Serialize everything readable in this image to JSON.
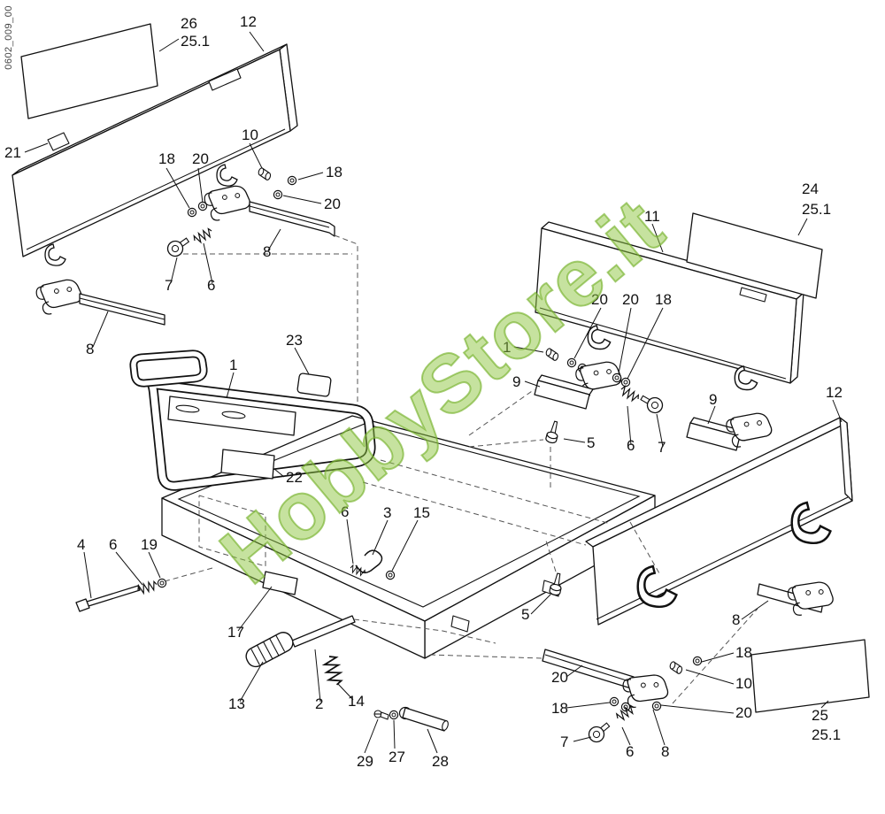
{
  "doc_code": "0602_009_00",
  "watermark": {
    "text": "HobbyStore.it"
  },
  "colors": {
    "watermark_green": "#8CC63F",
    "line": "#111111",
    "background": "#FFFFFF"
  },
  "diagram": {
    "type": "exploded-parts-diagram",
    "labels": [
      {
        "text": "26"
      },
      {
        "text": "25.1"
      },
      {
        "text": "12"
      },
      {
        "text": "21"
      },
      {
        "text": "10"
      },
      {
        "text": "18"
      },
      {
        "text": "20"
      },
      {
        "text": "18"
      },
      {
        "text": "20"
      },
      {
        "text": "8"
      },
      {
        "text": "7"
      },
      {
        "text": "6"
      },
      {
        "text": "8"
      },
      {
        "text": "1"
      },
      {
        "text": "23"
      },
      {
        "text": "22"
      },
      {
        "text": "11"
      },
      {
        "text": "24"
      },
      {
        "text": "25.1"
      },
      {
        "text": "1"
      },
      {
        "text": "20"
      },
      {
        "text": "20"
      },
      {
        "text": "18"
      },
      {
        "text": "9"
      },
      {
        "text": "5"
      },
      {
        "text": "6"
      },
      {
        "text": "7"
      },
      {
        "text": "9"
      },
      {
        "text": "12"
      },
      {
        "text": "4"
      },
      {
        "text": "6"
      },
      {
        "text": "19"
      },
      {
        "text": "6"
      },
      {
        "text": "3"
      },
      {
        "text": "15"
      },
      {
        "text": "17"
      },
      {
        "text": "13"
      },
      {
        "text": "2"
      },
      {
        "text": "14"
      },
      {
        "text": "5"
      },
      {
        "text": "29"
      },
      {
        "text": "27"
      },
      {
        "text": "28"
      },
      {
        "text": "20"
      },
      {
        "text": "18"
      },
      {
        "text": "7"
      },
      {
        "text": "6"
      },
      {
        "text": "8"
      },
      {
        "text": "18"
      },
      {
        "text": "10"
      },
      {
        "text": "20"
      },
      {
        "text": "8"
      },
      {
        "text": "25"
      },
      {
        "text": "25.1"
      }
    ]
  }
}
